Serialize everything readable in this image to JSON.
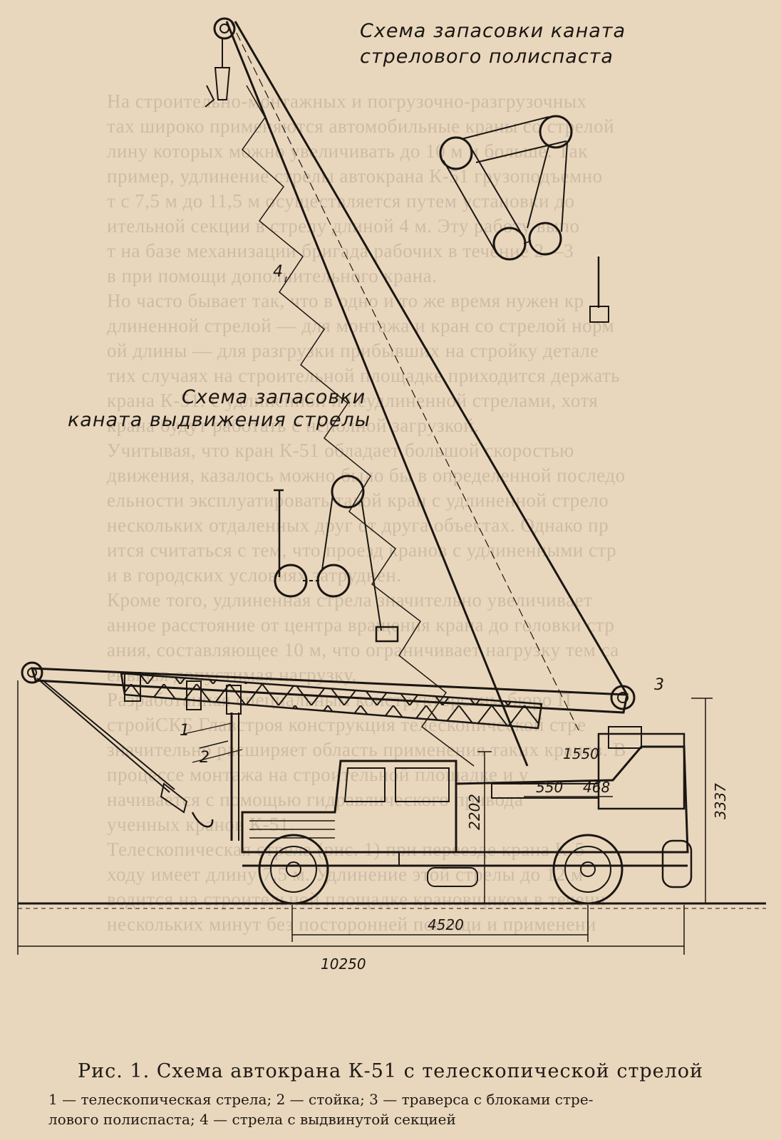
{
  "background_text": [
    "На строительно-монтажных и погрузочно-разгрузочных",
    "тах широко применяются автомобильные краны со стрелой",
    "лину которых можно увеличивать до 10 м и больше. Так",
    "пример, удлинение стрелы автокрана К-51 грузоподъемно",
    "т с 7,5 м до 11,5 м осуществляется путем установки до",
    "ительной секции в стрелу длиной 4 м. Эту работу выпо",
    "т на базе механизации бригада рабочих в течение 2—3",
    "в при помощи дополнительного крана.",
    "Но часто бывает так, что в одно и то же время нужен кр",
    "длиненной стрелой — для монтажа и кран со стрелой норм",
    "ой длины — для разгрузки прибывших на стройку детале",
    "тих случаях на строительной площадке приходится держать",
    "крана К-51: с удлиненной и неудлиненной стрелами, хотя",
    "крана будут работать с неполной загрузкой.",
    "Учитывая, что кран К-51 обладает большой скоростью",
    "движения, казалось можно было бы в определенной последо",
    "ельности эксплуатировать такой кран с удлиненной стрело",
    "нескольких отдаленных друг от друга объектах. Однако пр",
    "ится считаться с тем, что проезд кранов с удлиненными стр",
    "и в городских условиях затруднен.",
    "Кроме того, удлиненная стрела значительно увеличивает",
    "анное расстояние от центра вращения крана до головки стр",
    "ания, составляющее 10 м, что ограничивает нагрузку тем са",
    "еньшая допустимая нагрузку.",
    "Разработанная специальным конструкторским бюро П",
    "стройСКБ Главстроя конструкция телескопической стре",
    "значительно расширяет область применения таких кранов. В",
    "процессе монтажа на строительной площадке и у",
    "начивается с помощью гидравлического привода",
    "ученных кранов К-51.",
    "Телескопическая стрела (рис. 1) при переезде крана К-5",
    "ходу имеет длину 7,5 м. Удлинение этой стрелы до 12 м",
    "водится на строительной площадке крановщиком в течени",
    "нескольких минут без посторонней помощи и применени"
  ],
  "diagram": {
    "label_rigging_top": [
      "Схема запасовки каната",
      "стрелового полиспаста"
    ],
    "label_rigging_mid": [
      "Схема запасовки",
      "каната выдвижения стрелы"
    ],
    "callouts": {
      "telescopic_boom": "1",
      "stand": "2",
      "traverse": "3",
      "extended_boom": "4"
    },
    "dimensions": {
      "d1550": "1550",
      "d550": "550",
      "d468": "468",
      "d2202": "2202",
      "d3337": "3337",
      "d4520": "4520",
      "d10250": "10250"
    }
  },
  "caption": {
    "title": "Рис. 1. Схема автокрана К-51 с телескопической стрелой",
    "legend_line1": "1 — телескопическая стрела; 2 — стойка; 3 — траверса с блоками стре-",
    "legend_line2": "лового полиспаста; 4 — стрела с выдвинутой секцией"
  },
  "colors": {
    "paper": "#e9d7bd",
    "ink": "#1a1612"
  }
}
